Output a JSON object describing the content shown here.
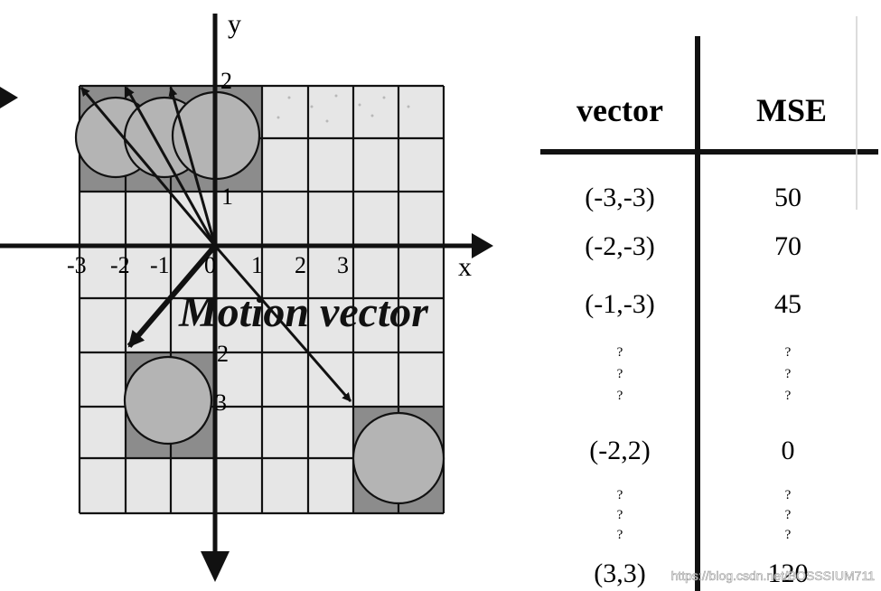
{
  "axes": {
    "x_label": "x",
    "y_label": "y",
    "x_ticks": [
      "-3",
      "-2",
      "-1",
      "0",
      "1",
      "2",
      "3"
    ],
    "y_ticks": [
      "2",
      "1",
      "2",
      "3"
    ]
  },
  "overlay_text": "Motion vector",
  "table": {
    "headers": [
      "vector",
      "MSE"
    ],
    "rows": [
      {
        "vector": "(-3,-3)",
        "mse": "50"
      },
      {
        "vector": "(-2,-3)",
        "mse": "70"
      },
      {
        "vector": "(-1,-3)",
        "mse": "45"
      },
      {
        "vector": "?",
        "mse": "?"
      },
      {
        "vector": "?",
        "mse": "?"
      },
      {
        "vector": "?",
        "mse": "?"
      },
      {
        "vector": "(-2,2)",
        "mse": "0"
      },
      {
        "vector": "?",
        "mse": "?"
      },
      {
        "vector": "?",
        "mse": "?"
      },
      {
        "vector": "?",
        "mse": "?"
      },
      {
        "vector": "(3,3)",
        "mse": "120"
      }
    ]
  },
  "watermark": "https://blog.csdn.net/BOSSSIUM711",
  "colors": {
    "grid_fill": "#e6e6e6",
    "block_fill": "#8c8c8c",
    "circle_fill": "#b4b4b4",
    "line": "#111111"
  }
}
